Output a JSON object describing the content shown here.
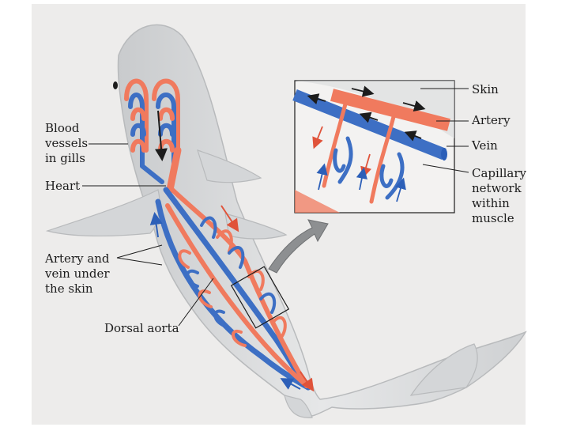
{
  "labels": {
    "gills": "Blood\nvessels\nin gills",
    "heart": "Heart",
    "artery_vein": "Artery and\nvein under\nthe skin",
    "dorsal_aorta": "Dorsal aorta",
    "skin": "Skin",
    "artery": "Artery",
    "vein": "Vein",
    "capillary": "Capillary\nnetwork\nwithin\nmuscle"
  },
  "colors": {
    "artery": "#f07a5e",
    "vein": "#3d6fc4",
    "shark_body": "#d9dbdc",
    "background": "#edeceb"
  },
  "icons": [
    "shark-illustration",
    "zoom-arrow-icon",
    "flow-arrow-icon"
  ]
}
